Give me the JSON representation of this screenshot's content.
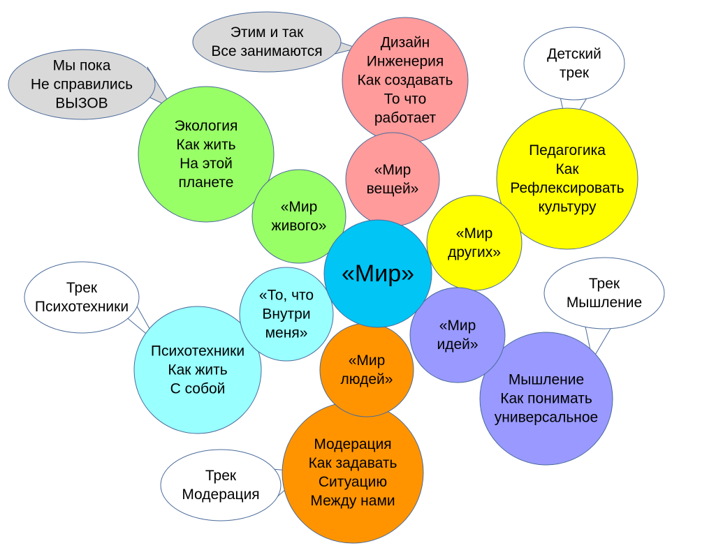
{
  "center": {
    "label": [
      "«Мир»"
    ],
    "color": "#00c5f5"
  },
  "worlds": [
    {
      "id": "veshchey",
      "label": [
        "«Мир",
        "вещей»"
      ],
      "color": "#ff9b9b"
    },
    {
      "id": "drugih",
      "label": [
        "«Мир",
        "других»"
      ],
      "color": "#ffff00"
    },
    {
      "id": "idey",
      "label": [
        "«Мир",
        "идей»"
      ],
      "color": "#9999ff"
    },
    {
      "id": "lyudey",
      "label": [
        "«Мир",
        "людей»"
      ],
      "color": "#ff9400"
    },
    {
      "id": "vnutri",
      "label": [
        "«То, что",
        "Внутри",
        "меня»"
      ],
      "color": "#99ffff"
    },
    {
      "id": "zhivogo",
      "label": [
        "«Мир",
        "живого»"
      ],
      "color": "#99ff66"
    }
  ],
  "areas": [
    {
      "id": "dizain",
      "label": [
        "Дизайн",
        "Инженерия",
        "Как создавать",
        "То что",
        "работает"
      ],
      "color": "#ff9b9b"
    },
    {
      "id": "pedagogika",
      "label": [
        "Педагогика",
        "Как",
        "Рефлексировать",
        "культуру"
      ],
      "color": "#ffff00"
    },
    {
      "id": "myshlenie",
      "label": [
        "Мышление",
        "Как понимать",
        "универсальное"
      ],
      "color": "#9999ff"
    },
    {
      "id": "moderaciya",
      "label": [
        "Модерация",
        "Как задавать",
        "Ситуацию",
        "Между нами"
      ],
      "color": "#ff9400"
    },
    {
      "id": "psihotehniki",
      "label": [
        "Психотехники",
        "Как жить",
        "С собой"
      ],
      "color": "#99ffff"
    },
    {
      "id": "ekologiya",
      "label": [
        "Экология",
        "Как жить",
        "На этой",
        "планете"
      ],
      "color": "#99ff66"
    }
  ],
  "callouts": [
    {
      "id": "vse-zanimayutsya",
      "label": [
        "Этим и так",
        "Все занимаются"
      ],
      "color": "#d9d9d9"
    },
    {
      "id": "vyzov",
      "label": [
        "Мы пока",
        "Не справились",
        "ВЫЗОВ"
      ],
      "color": "#d9d9d9"
    },
    {
      "id": "detskiy-trek",
      "label": [
        "Детский",
        "трек"
      ],
      "color": "#ffffff"
    },
    {
      "id": "trek-myshlenie",
      "label": [
        "Трек",
        "Мышление"
      ],
      "color": "#ffffff"
    },
    {
      "id": "trek-psihotehniki",
      "label": [
        "Трек",
        "Психотехники"
      ],
      "color": "#ffffff"
    },
    {
      "id": "trek-moderaciya",
      "label": [
        "Трек",
        "Модерация"
      ],
      "color": "#ffffff"
    }
  ],
  "stroke_color": "#4a6a9a"
}
